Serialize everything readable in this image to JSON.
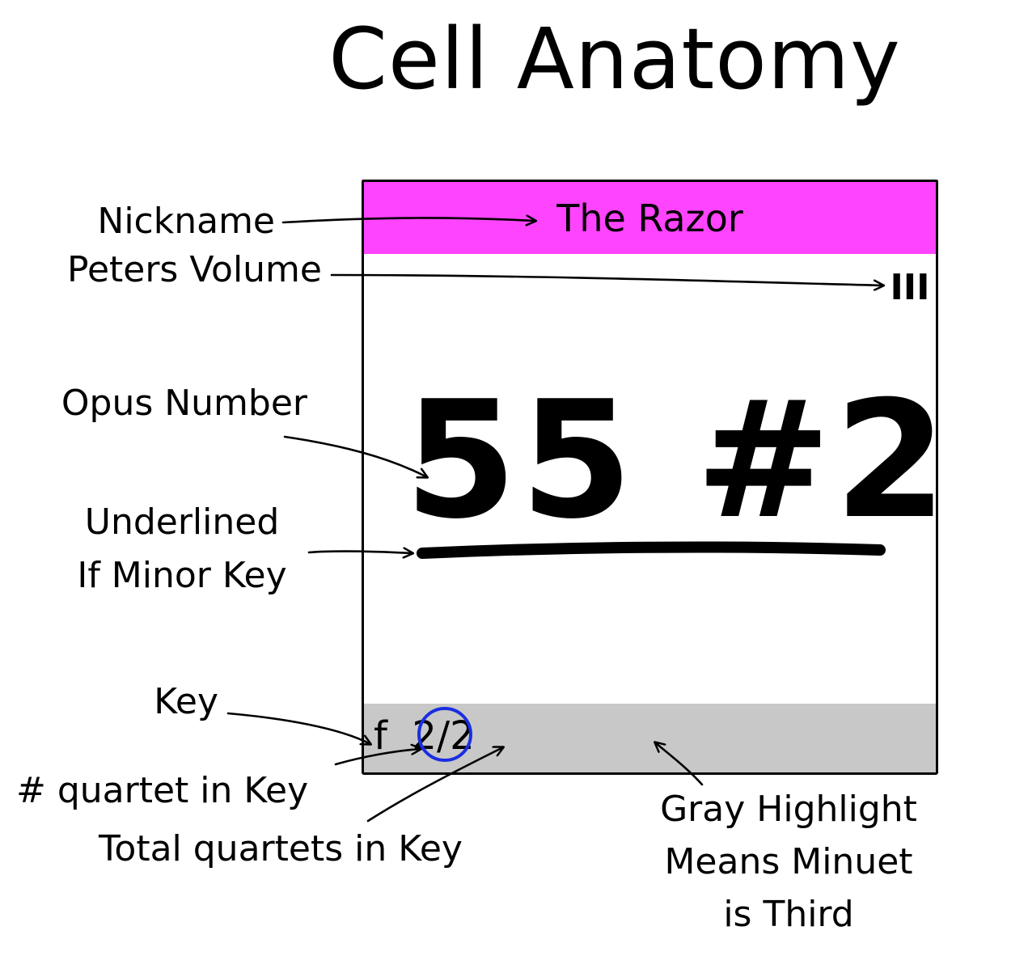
{
  "title": "Cell Anatomy",
  "colors": {
    "nickname_highlight": "#ff44ff",
    "minuet_highlight": "#c8c8c8",
    "circle": "#1a2ee0"
  },
  "cell": {
    "nickname": "The Razor",
    "volume": "III",
    "opus": "55 #2",
    "key_letter": "f",
    "quartet_num": "2",
    "slash": "/",
    "total": "2"
  },
  "labels": {
    "nickname": "Nickname",
    "volume": "Peters Volume",
    "opus": "Opus Number",
    "underline_1": "Underlined",
    "underline_2": "If Minor Key",
    "key": "Key",
    "quartet_in_key": "# quartet in Key",
    "total_in_key": "Total quartets in Key",
    "gray_1": "Gray Highlight",
    "gray_2": "Means Minuet",
    "gray_3": "is Third"
  }
}
